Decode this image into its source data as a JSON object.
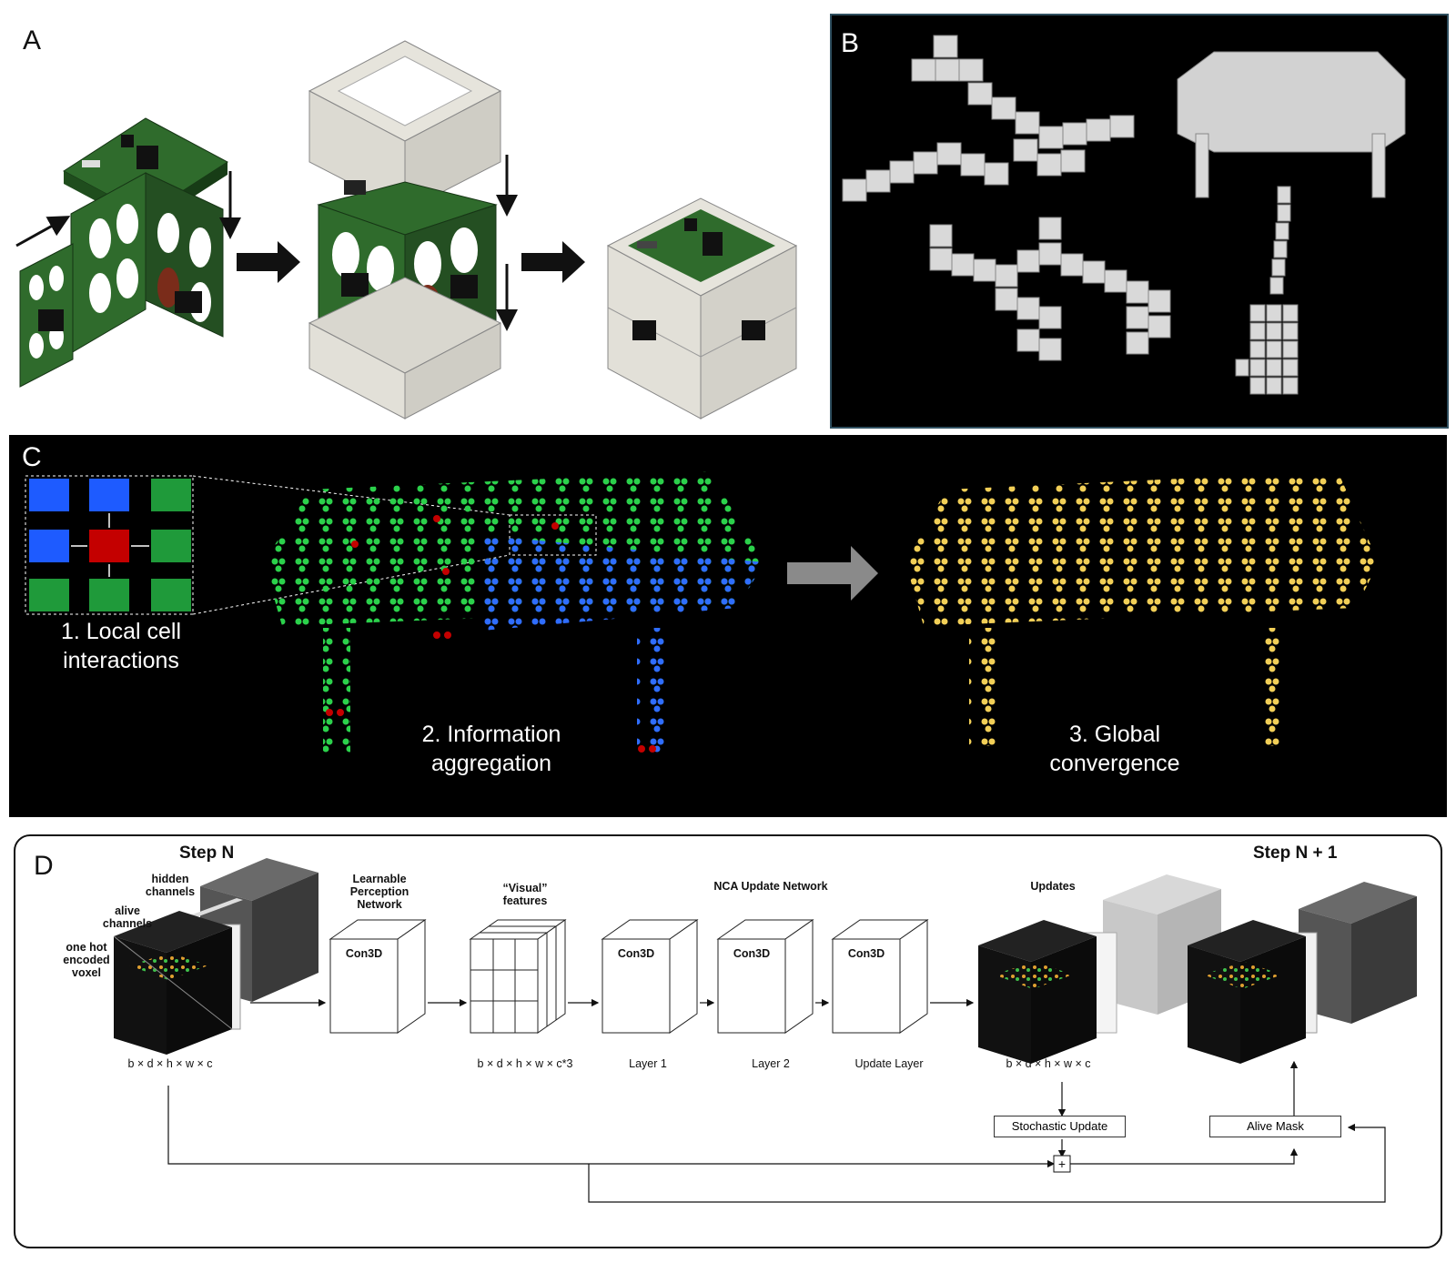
{
  "panels": {
    "a": {
      "letter": "A"
    },
    "b": {
      "letter": "B"
    },
    "c": {
      "letter": "C",
      "local": [
        "1. Local cell",
        "interactions"
      ],
      "aggregation": [
        "2. Information",
        "aggregation"
      ],
      "convergence": [
        "3. Global",
        "convergence"
      ]
    },
    "d": {
      "letter": "D",
      "step_n": "Step N",
      "step_n1": "Step N + 1",
      "hidden": [
        "hidden",
        "channels"
      ],
      "alive": [
        "alive",
        "channels"
      ],
      "onehot": [
        "one hot",
        "encoded",
        "voxel"
      ],
      "perception_title": [
        "Learnable",
        "Perception",
        "Network"
      ],
      "visual_title": [
        "“Visual”",
        "features"
      ],
      "nca_title": "NCA Update Network",
      "updates_title": "Updates",
      "conv_label": "Con3D",
      "dims_input": "b × d × h × w × c",
      "dims_visual": "b × d × h × w × c*3",
      "dims_updates": "b × d × h × w × c",
      "layer1": "Layer 1",
      "layer2": "Layer 2",
      "update_layer": "Update Layer",
      "stochastic": "Stochastic Update",
      "alive_mask": "Alive Mask",
      "plus": "+"
    }
  },
  "colors": {
    "pcb_green": "#2e5f2a",
    "shell": "#e2e0d8",
    "cell_blue": "#1e5bff",
    "cell_green": "#1f9a3a",
    "cell_red": "#c40000",
    "led_yellow": "#f0c94a",
    "arrow_gray": "#8a8a8a"
  }
}
